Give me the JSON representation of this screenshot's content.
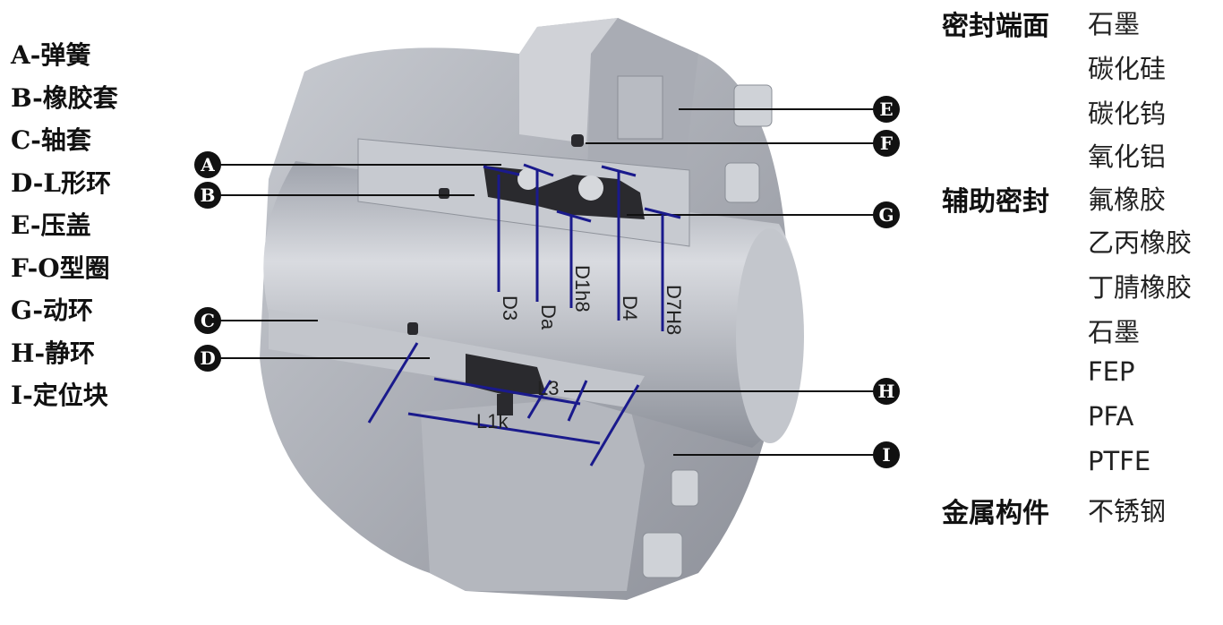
{
  "parts_legend": [
    "A-弹簧",
    "B-橡胶套",
    "C-轴套",
    "D-L形环",
    "E-压盖",
    "F-O型圈",
    "G-动环",
    "H-静环",
    "I-定位块"
  ],
  "callouts": {
    "left": [
      "A",
      "B",
      "C",
      "D"
    ],
    "right": [
      "E",
      "F",
      "G",
      "H",
      "I"
    ]
  },
  "dimensions": {
    "vertical": [
      "D3",
      "Da",
      "D1h8",
      "D4",
      "D7H8"
    ],
    "horizontal": [
      "L3",
      "L1k"
    ]
  },
  "materials": [
    {
      "category": "密封端面",
      "values": [
        "石墨",
        "碳化硅",
        "碳化钨",
        "氧化铝"
      ]
    },
    {
      "category": "辅助密封",
      "values": [
        "氟橡胶",
        "乙丙橡胶",
        "丁腈橡胶",
        "石墨",
        "FEP",
        "PFA",
        "PTFE"
      ]
    },
    {
      "category": "金属构件",
      "values": [
        "不锈钢"
      ]
    }
  ],
  "colors": {
    "dimension_line": "#1a1a8c",
    "metal": "#b9bcc4",
    "rubber": "#2a2a2e"
  }
}
